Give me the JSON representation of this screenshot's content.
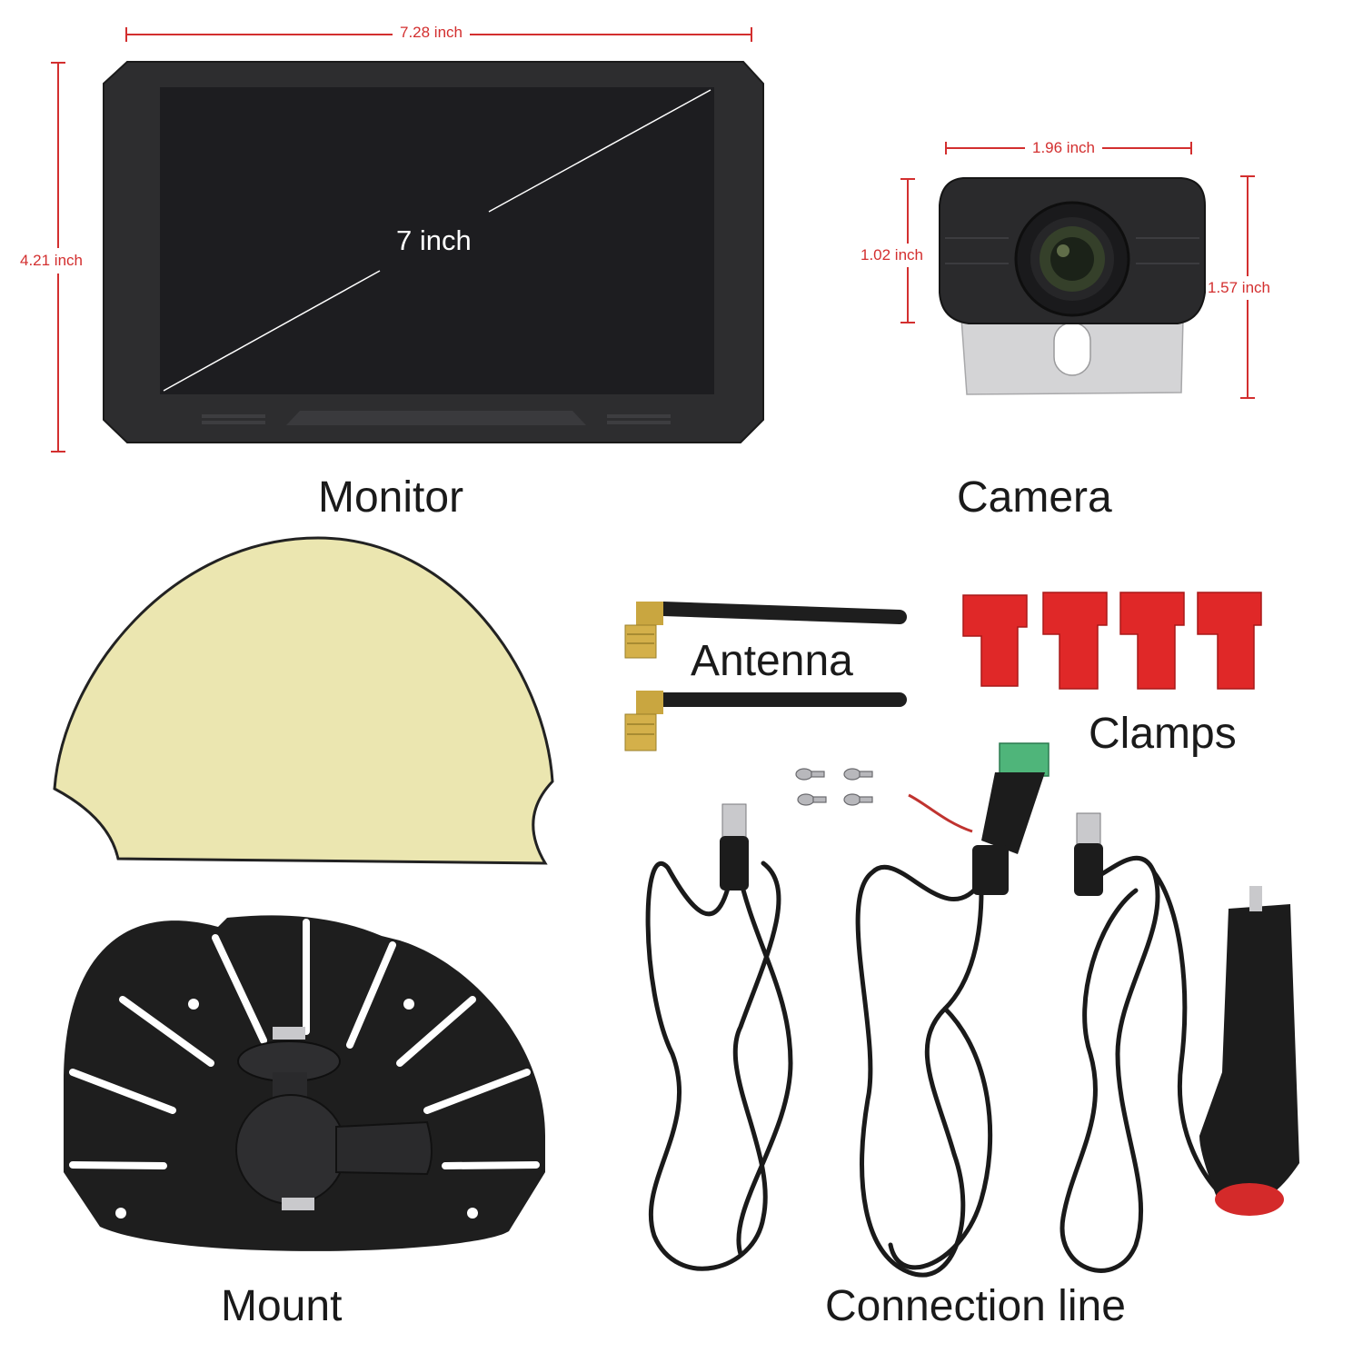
{
  "monitor": {
    "label": "Monitor",
    "width_dim": "7.28 inch",
    "height_dim": "4.21 inch",
    "diagonal": "7 inch"
  },
  "camera": {
    "label": "Camera",
    "width_dim": "1.96 inch",
    "body_height_dim": "1.02 inch",
    "total_height_dim": "1.57 inch"
  },
  "antenna": {
    "label": "Antenna"
  },
  "clamps": {
    "label": "Clamps",
    "count": 4
  },
  "mount": {
    "label": "Mount"
  },
  "connection": {
    "label": "Connection line"
  },
  "colors": {
    "dimension": "#d32f2f",
    "device_body": "#2b2b2b",
    "screen": "#1c1c1e",
    "adhesive_pad": "#ebe6b0",
    "clamp": "#e02828",
    "antenna_gold": "#c9a640"
  }
}
